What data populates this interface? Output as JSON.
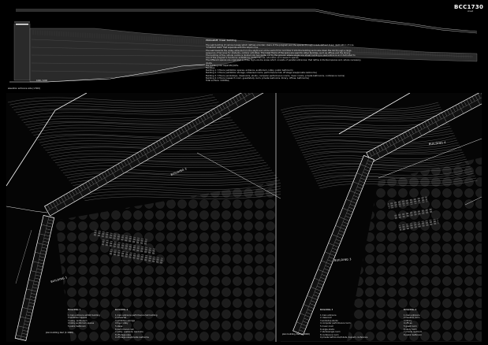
{
  "header": {
    "title": "BCC1730",
    "subtitle": "sheet"
  },
  "elevation": {
    "caption": "elevation entrance side (1:500)",
    "scale_note": "1000 / 1000"
  },
  "intro": {
    "heading": "PROGRAM: linear building",
    "paragraphs": [
      "The wall building of various lenses which defines a border. Users of the program and the spaces through a well-defined linear destination of one.",
      "'inhabited walls' that separate with the slope's line.",
      "The wall towards the valley extends from the slight and at the same time overdraw it into the building and looks down the hill through a large",
      "sequence of terraces for students, outdoor activities. The lower floors of the spine are used for other facilities, such as offices and the library.",
      "The building of the cultural centre is divided into two parts, cut by the ground, where single one street building is used entrance and dedicated to",
      "one of the program's functions: exhibitions, performances, education and research spaces.",
      "The different spaces are organized in three high-volume areas which consists of parallel entrances; that define individual spaces and, where necessary, divide",
      "the building into separate parts.",
      "Facilities:",
      "Building 1: 3 floors (exhibition spaces, entrance, auditorium, lobby, public bathroom)",
      "Building 2: 3 floors (exhibition storage, rehearsal rooms, performance hall, off stage area/private restrooms)",
      "Building 3: 3 floors (workshops, classrooms, studio, computer performance rooms, music rooms, private bathrooms, conference rooms)",
      "Building 4: 4 floors (research room, guest/study room, private restrooms, library, offices, bathrooms)",
      "Total surface: 11000sq"
    ]
  },
  "plans": [
    {
      "name": "BUILDING 2",
      "caption": ""
    },
    {
      "name": "BUILDING 1",
      "caption": "plan building 1&2 (1:1000)"
    },
    {
      "name": "BUILDING 4",
      "caption": ""
    },
    {
      "name": "BUILDING 3",
      "caption": "plan building 3&4 (1:1000)"
    }
  ],
  "legends": [
    {
      "heading": "BUILDING 1",
      "items": [
        "1 main entrance exhibit building",
        "2 exhibition spaces",
        "3 lobby, auditorium",
        "4 lobby auditorium spaces",
        "5 public bathroom"
      ]
    },
    {
      "heading": "BUILDING 2",
      "items": [
        "1 main entrance performance hall building",
        "2 rehearsal",
        "3 exhibition storage",
        "4 foyer lobby",
        "5 stage",
        "6 performance hall",
        "7 lobby, vestibule, wardrobe",
        "8 off stage area",
        "9 off stage area/private restrooms"
      ]
    },
    {
      "heading": "BUILDING 3",
      "items": [
        "1 main entrance",
        "2 classroom",
        "3 workshop studio",
        "4 computer performance room",
        "5 music room",
        "6 single studio",
        "7 studio/single room",
        "8 conference room",
        "9 private bathrooms/toilets, deposit, conference"
      ]
    },
    {
      "heading": "BUILDING 4",
      "items": [
        "1 main entrance",
        "2 research room",
        "3 library",
        "4 offices",
        "5 guest room",
        "6 study room",
        "7 private restroom",
        "8 public bathroom"
      ]
    }
  ],
  "colors": {
    "background": "#000000",
    "linework": "#ffffff",
    "contour": "#8c8c8c",
    "hatch": "#6a6a6a"
  }
}
